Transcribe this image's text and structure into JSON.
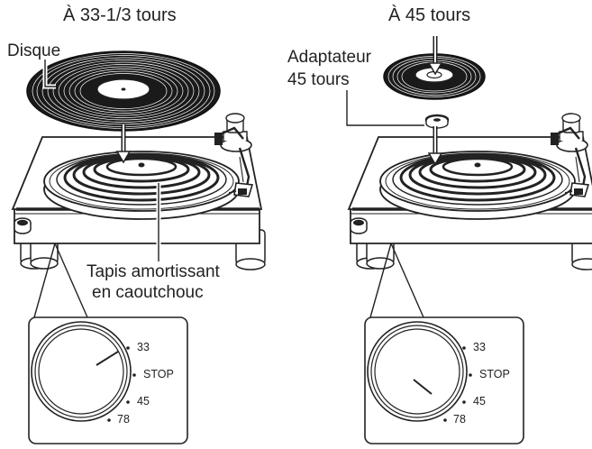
{
  "left": {
    "title": "À 33-1/3 tours",
    "record_label": "Disque",
    "mat_label_line1": "Tapis amortissant",
    "mat_label_line2": "en caoutchouc",
    "selector": {
      "opt1": "33",
      "opt2": "STOP",
      "opt3": "45",
      "opt4": "78",
      "selected": "33"
    }
  },
  "right": {
    "title": "À 45 tours",
    "adapter_label_line1": "Adaptateur",
    "adapter_label_line2": "45 tours",
    "selector": {
      "opt1": "33",
      "opt2": "STOP",
      "opt3": "45",
      "opt4": "78",
      "selected": "45"
    }
  }
}
